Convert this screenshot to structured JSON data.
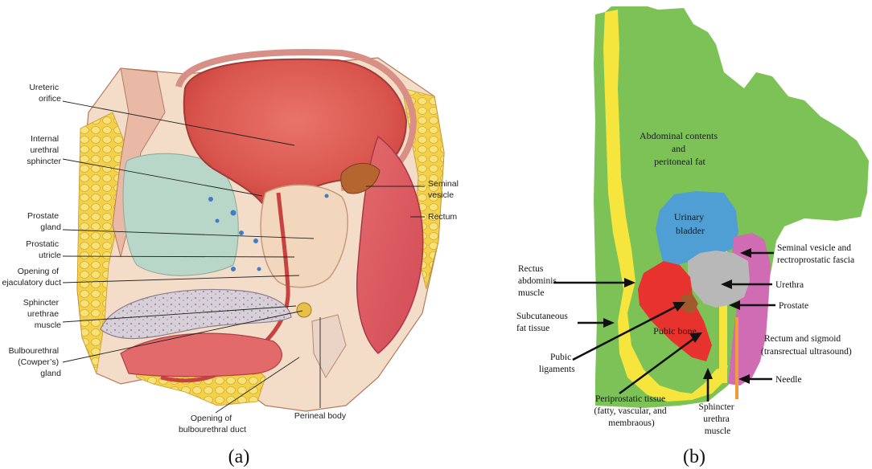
{
  "panel_a": {
    "caption": "(a)",
    "labels": {
      "ureteric_orifice": [
        "Ureteric",
        "orifice"
      ],
      "internal_urethral_sphincter": [
        "Internal",
        "urethral",
        "sphincter"
      ],
      "prostate_gland": [
        "Prostate",
        "gland"
      ],
      "prostatic_utricle": [
        "Prostatic",
        "utricle"
      ],
      "opening_ejaculatory_duct": [
        "Opening of",
        "ejaculatory duct"
      ],
      "sphincter_urethrae": [
        "Sphincter",
        "urethrae",
        "muscle"
      ],
      "bulbourethral_gland": [
        "Bulbourethral",
        "(Cowper’s)",
        "gland"
      ],
      "seminal_vesicle": [
        "Seminal",
        "vesicle"
      ],
      "rectum": [
        "Rectum"
      ],
      "opening_bulbourethral_duct": [
        "Opening of",
        "bulbourethral duct"
      ],
      "perineal_body": [
        "Perineal body"
      ]
    }
  },
  "panel_b": {
    "caption": "(b)",
    "inner_labels": {
      "abdominal": [
        "Abdominal contents",
        "and",
        "peritoneal fat"
      ],
      "bladder": [
        "Urinary",
        "bladder"
      ],
      "pubic_bone": [
        "Pubic bone"
      ]
    },
    "labels": {
      "rectus": [
        "Rectus",
        "abdominis",
        "muscle"
      ],
      "subcutaneous": [
        "Subcutaneous",
        "fat tissue"
      ],
      "pubic_ligaments": [
        "Pubic",
        "ligaments"
      ],
      "periprostatic": [
        "Periprostatic tissue",
        "(fatty, vascular, and",
        "membraous)"
      ],
      "sphincter_urethra": [
        "Sphincter",
        "urethra",
        "muscle"
      ],
      "seminal_vesicle": [
        "Seminal vesicle and",
        "rectroprostatic fascia"
      ],
      "urethra": [
        "Urethra"
      ],
      "prostate": [
        "Prostate"
      ],
      "rectum_sigmoid": [
        "Rectum and sigmoid",
        "(transrectual ultrasound)"
      ],
      "needle": [
        "Needle"
      ]
    },
    "colors": {
      "abdominal": "#7cc257",
      "fat_strip": "#f5e53d",
      "bladder": "#4f9fd4",
      "pubic_bone": "#e8322e",
      "ligament": "#a25a2c",
      "prostate": "#b8b8b8",
      "rectum": "#cf6cb4",
      "needle": "#f29a3c"
    }
  }
}
